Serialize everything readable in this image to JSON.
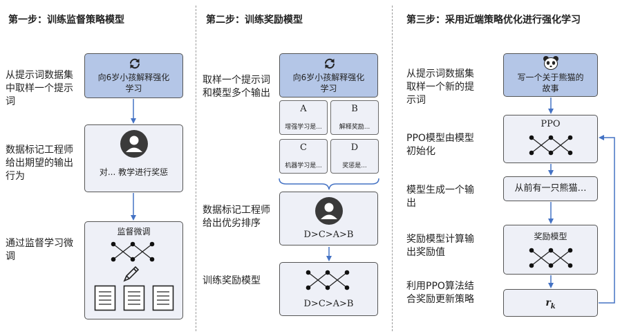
{
  "step1": {
    "title": "第一步：训练监督策略模型",
    "desc1": "从提示词数据集中取样一个提示词",
    "desc2": "数据标记工程师给出期望的输出行为",
    "desc3": "通过监督学习微调",
    "prompt_box": "向6岁小孩解释强化学习",
    "labeler_text": "对... 教学进行奖惩",
    "model_label": "监督微调"
  },
  "step2": {
    "title": "第二步：训练奖励模型",
    "desc1": "取样一个提示词和模型多个输出",
    "desc2": "数据标记工程师给出优劣排序",
    "desc3": "训练奖励模型",
    "prompt_box": "向6岁小孩解释强化学习",
    "outputs": [
      {
        "letter": "A",
        "text": "增强学习是..."
      },
      {
        "letter": "B",
        "text": "解释奖励..."
      },
      {
        "letter": "C",
        "text": "机器学习是..."
      },
      {
        "letter": "D",
        "text": "奖惩是..."
      }
    ],
    "ranking": "D>C>A>B",
    "ranking2": "D>C>A>B"
  },
  "step3": {
    "title": "第三步：采用近端策略优化进行强化学习",
    "desc1": "从提示词数据集取样一个新的提示词",
    "desc2": "PPO模型由模型初始化",
    "desc3": "模型生成一个输出",
    "desc4": "奖励模型计算输出奖励值",
    "desc5": "利用PPO算法结合奖励更新策略",
    "prompt_box": "写一个关于熊猫的故事",
    "ppo_label": "PPO",
    "output_text": "从前有一只熊猫…",
    "reward_label": "奖励模型",
    "reward_symbol": "r",
    "reward_sub": "k"
  },
  "colors": {
    "prompt_fill": "#b4c6e7",
    "box_fill": "#eef0f7",
    "arrow": "#4472c4"
  }
}
